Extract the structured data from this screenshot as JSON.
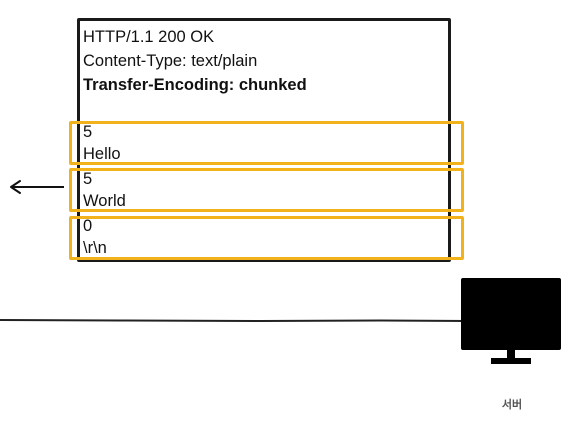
{
  "response": {
    "status_line": "HTTP/1.1 200 OK",
    "content_type": "Content-Type: text/plain",
    "transfer_encoding": "Transfer-Encoding: chunked"
  },
  "chunks": [
    {
      "size": "5",
      "data": "Hello"
    },
    {
      "size": "5",
      "data": "World"
    },
    {
      "size": "0",
      "data": "\\r\\n"
    }
  ],
  "server": {
    "label": "서버",
    "icon": "monitor-icon"
  },
  "colors": {
    "chunk_border": "#f2b21c",
    "box_border": "#1a1a1a",
    "screen": "#000000"
  }
}
